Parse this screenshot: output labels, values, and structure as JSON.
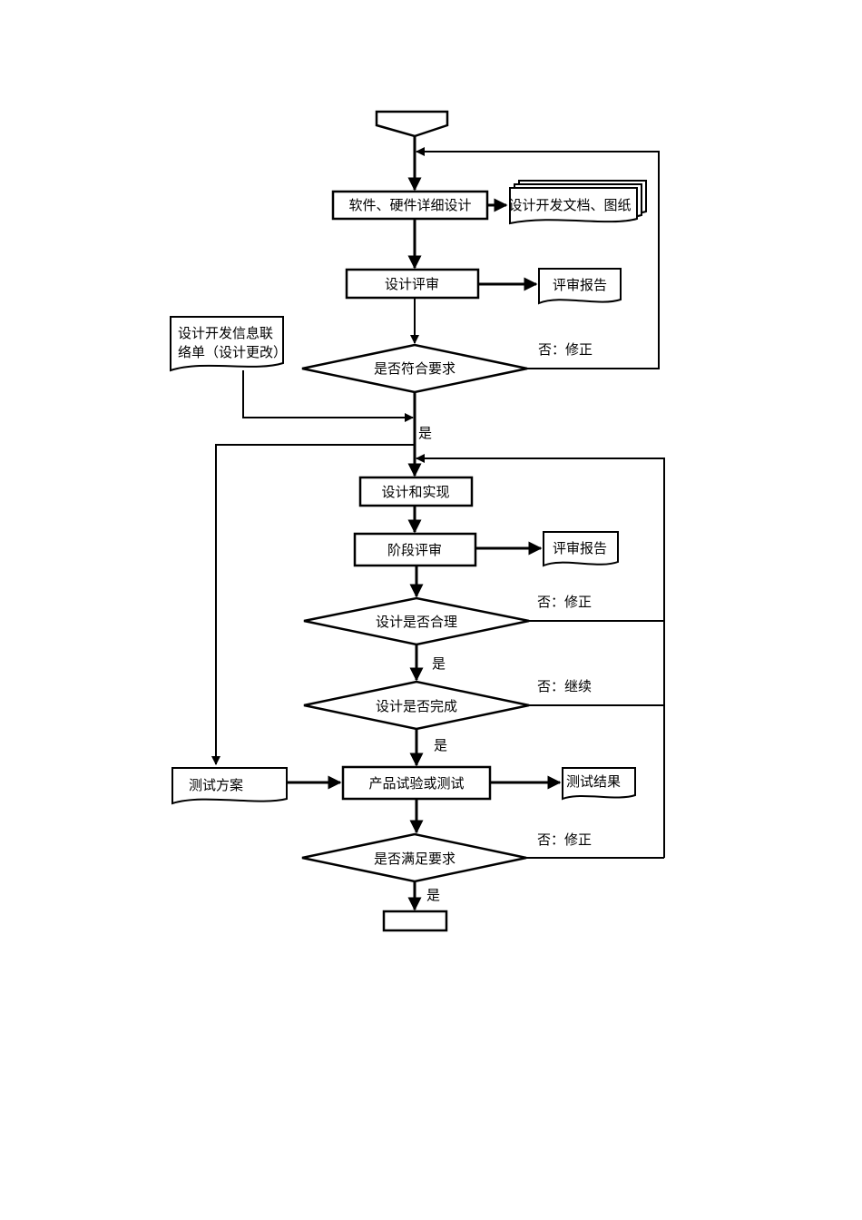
{
  "nodes": {
    "detail_design": "软件、硬件详细设计",
    "design_docs": "设计开发文档、图纸",
    "design_review": "设计评审",
    "review_report_1": "评审报告",
    "meets_requirements": "是否符合要求",
    "change_form_line1": "设计开发信息联",
    "change_form_line2": "络单（设计更改）",
    "design_implement": "设计和实现",
    "stage_review": "阶段评审",
    "review_report_2": "评审报告",
    "design_reasonable": "设计是否合理",
    "design_complete": "设计是否完成",
    "test_plan": "测试方案",
    "product_test": "产品试验或测试",
    "test_results": "测试结果",
    "satisfies_requirements": "是否满足要求"
  },
  "edge_labels": {
    "no_fix_1": "否：修正",
    "yes_1": "是",
    "no_fix_2": "否：修正",
    "yes_2": "是",
    "no_continue": "否：继续",
    "yes_3": "是",
    "no_fix_3": "否：修正",
    "yes_4": "是"
  }
}
